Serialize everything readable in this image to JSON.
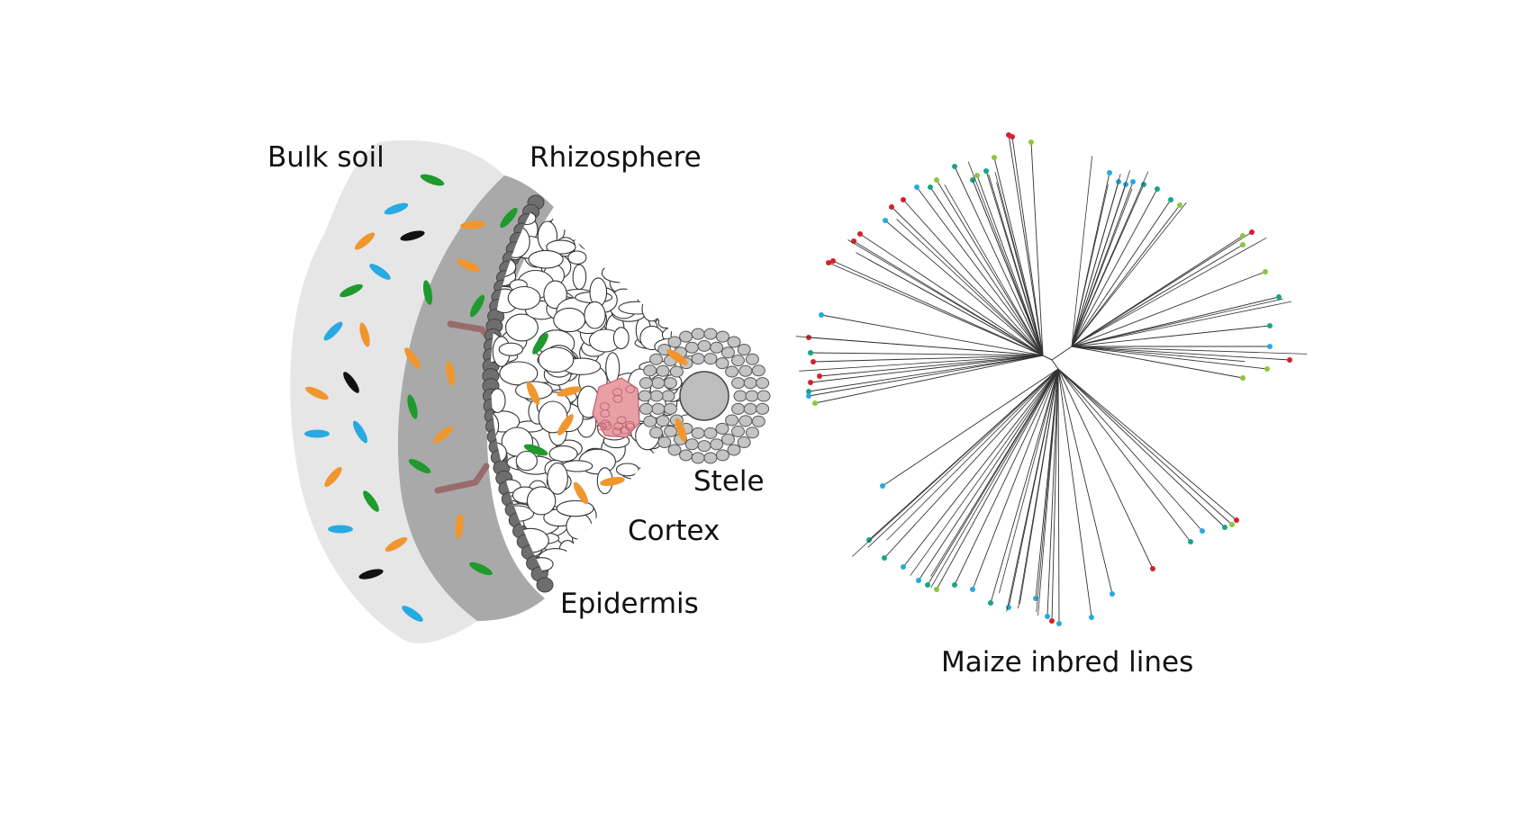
{
  "root_diagram": {
    "labels": {
      "bulk_soil": "Bulk soil",
      "rhizosphere": "Rhizosphere",
      "stele": "Stele",
      "cortex": "Cortex",
      "epidermis": "Epidermis"
    },
    "colors": {
      "bulk_soil_fill": "#e6e6e6",
      "rhizosphere_fill": "#a9a9a9",
      "epidermis_cells": "#6e6e6e",
      "cortex_cells": "#ffffff",
      "stele_cells": "#c4c4c4",
      "root_hair": "#9a6b6b",
      "infection_zone": "#e8a0a6",
      "microbe_green": "#1f9a2c",
      "microbe_blue": "#27aae1",
      "microbe_orange": "#f0962e",
      "microbe_black": "#111111"
    }
  },
  "tree_diagram": {
    "label": "Maize inbred lines",
    "colors": {
      "branch": "#333333",
      "tip_red": "#d4212a",
      "tip_blue": "#27a9e1",
      "tip_teal": "#17a58a",
      "tip_lightgreen": "#8cc63f"
    }
  }
}
